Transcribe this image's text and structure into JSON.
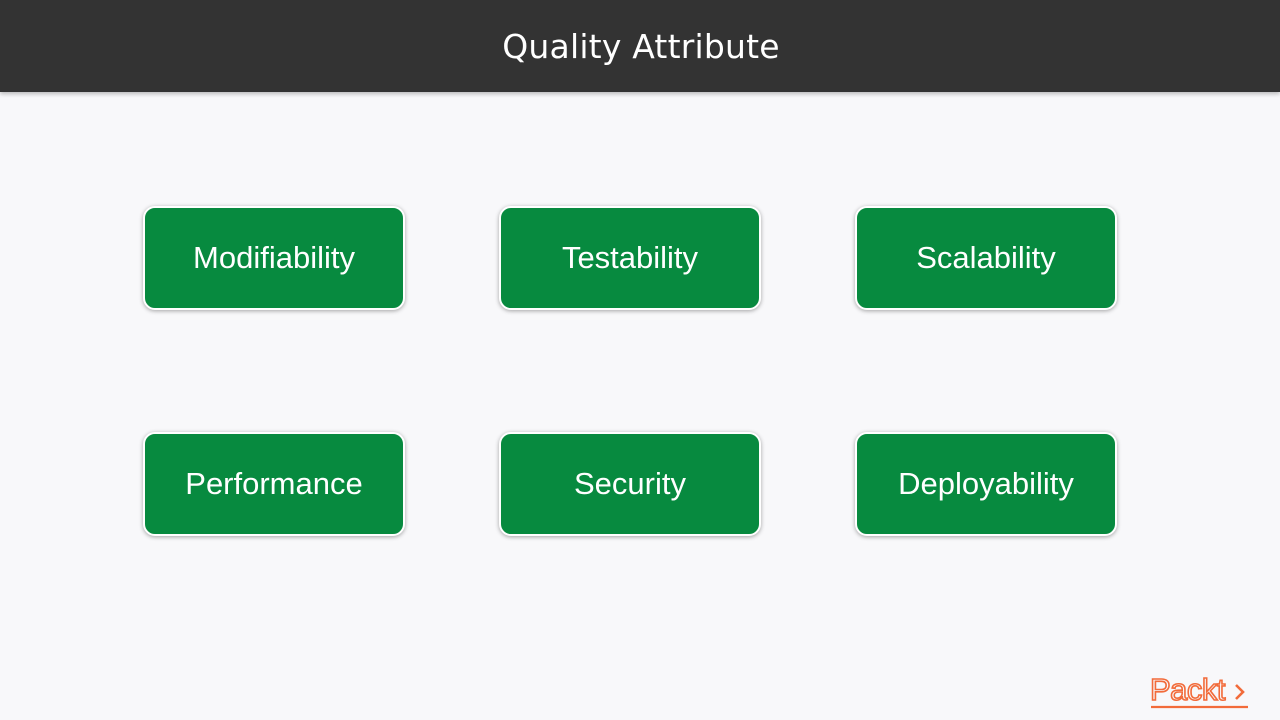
{
  "title": "Quality Attribute",
  "attributes": [
    "Modifiability",
    "Testability",
    "Scalability",
    "Performance",
    "Security",
    "Deployability"
  ],
  "logo": {
    "text": "Packt",
    "color": "#f26b3a"
  },
  "colors": {
    "title_bar": "#333333",
    "box_fill": "#078a3f",
    "background": "#f8f8fa"
  }
}
